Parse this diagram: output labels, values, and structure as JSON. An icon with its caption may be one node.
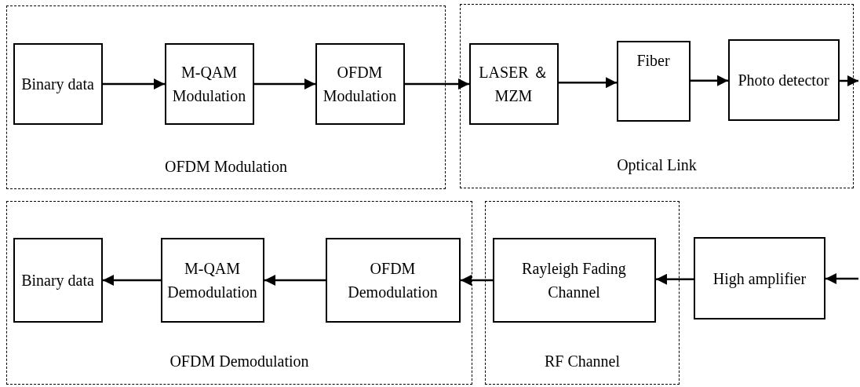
{
  "diagram": {
    "nodes": [
      {
        "text": [
          "OFDM Modulation"
        ]
      },
      {
        "text": [
          "Binary data"
        ],
        "in": 0
      },
      {
        "text": [
          "M-QAM Modulation"
        ],
        "in": 0
      },
      {
        "text": [
          "OFDM Modulation"
        ],
        "in": 0
      },
      {
        "text": [
          "Optical Link"
        ]
      },
      {
        "text": [
          "LASER ＆MZM"
        ],
        "in": 4
      },
      {
        "text": [
          "Fiber"
        ],
        "in": 4
      },
      {
        "text": [
          "Photo detector"
        ],
        "in": 4
      },
      {
        "text": [
          "OFDM Demodulation"
        ]
      },
      {
        "text": [
          "Binary data"
        ],
        "in": 8
      },
      {
        "text": [
          "M-QAM Demodulation"
        ],
        "in": 8
      },
      {
        "text": [
          "OFDM Demodulation"
        ],
        "in": 8
      },
      {
        "text": [
          "RF Channel"
        ]
      },
      {
        "text": [
          "Rayleigh Fading Channel"
        ],
        "in": 12
      },
      {
        "text": [
          "High amplifier"
        ]
      }
    ],
    "edges": [
      {
        "from": 1,
        "to": 2,
        "arrow": "to"
      },
      {
        "from": 2,
        "to": 3,
        "arrow": "to"
      },
      {
        "from": 3,
        "to": 5,
        "arrow": "to"
      },
      {
        "from": 5,
        "to": 6,
        "arrow": "to"
      },
      {
        "from": 6,
        "to": 7,
        "arrow": "to"
      },
      {
        "from": 7,
        "to": null,
        "arrow": "to"
      },
      {
        "from": null,
        "to": 14,
        "arrow": "to"
      },
      {
        "from": 14,
        "to": 13,
        "arrow": "to"
      },
      {
        "from": 13,
        "to": 11,
        "arrow": "to"
      },
      {
        "from": 11,
        "to": 10,
        "arrow": "to"
      },
      {
        "from": 10,
        "to": 9,
        "arrow": "to"
      }
    ]
  }
}
